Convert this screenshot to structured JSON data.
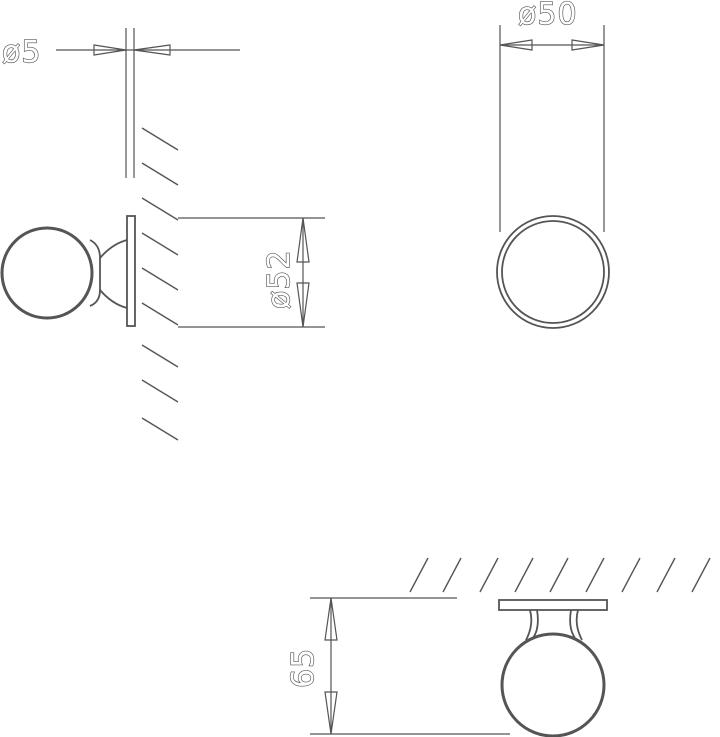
{
  "diagram": {
    "dimensions": {
      "rose_diameter": "ø5",
      "knob_diameter": "ø50",
      "base_diameter": "ø52",
      "projection": "65"
    },
    "stroke_color": "#555555",
    "background_color": "#ffffff"
  }
}
